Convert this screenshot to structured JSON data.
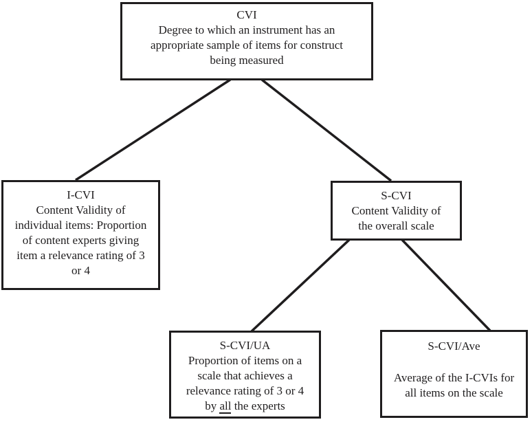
{
  "figure": {
    "background_color": "#ffffff",
    "line_color": "#1f1d1e",
    "description": "Hierarchy diagram of Content Validity Index terms"
  },
  "nodes": {
    "cvi": {
      "title": "CVI",
      "lines": [
        "Degree to which an instrument has an",
        "appropriate sample of items for construct",
        "being measured"
      ]
    },
    "i_cvi": {
      "title": "I-CVI",
      "lines": [
        "Content Validity of",
        "individual items: Proportion",
        "of content experts giving",
        "item a relevance rating of 3",
        "or 4"
      ]
    },
    "s_cvi": {
      "title": "S-CVI",
      "lines": [
        "Content Validity of",
        "the overall scale"
      ]
    },
    "s_cvi_ua": {
      "title": "S-CVI/UA",
      "lines": [
        "Proportion of items on a",
        "scale that achieves a",
        "relevance rating of 3 or 4"
      ],
      "last_line": {
        "prefix": "by ",
        "underlined": "all",
        "suffix": " the experts"
      }
    },
    "s_cvi_ave": {
      "title": "S-CVI/Ave",
      "lines": [
        "Average of the I-CVIs for",
        "all items on the scale"
      ]
    }
  },
  "connections": [
    {
      "from": "CVI",
      "to": "I-CVI"
    },
    {
      "from": "CVI",
      "to": "S-CVI"
    },
    {
      "from": "S-CVI",
      "to": "S-CVI/UA"
    },
    {
      "from": "S-CVI",
      "to": "S-CVI/Ave"
    }
  ]
}
